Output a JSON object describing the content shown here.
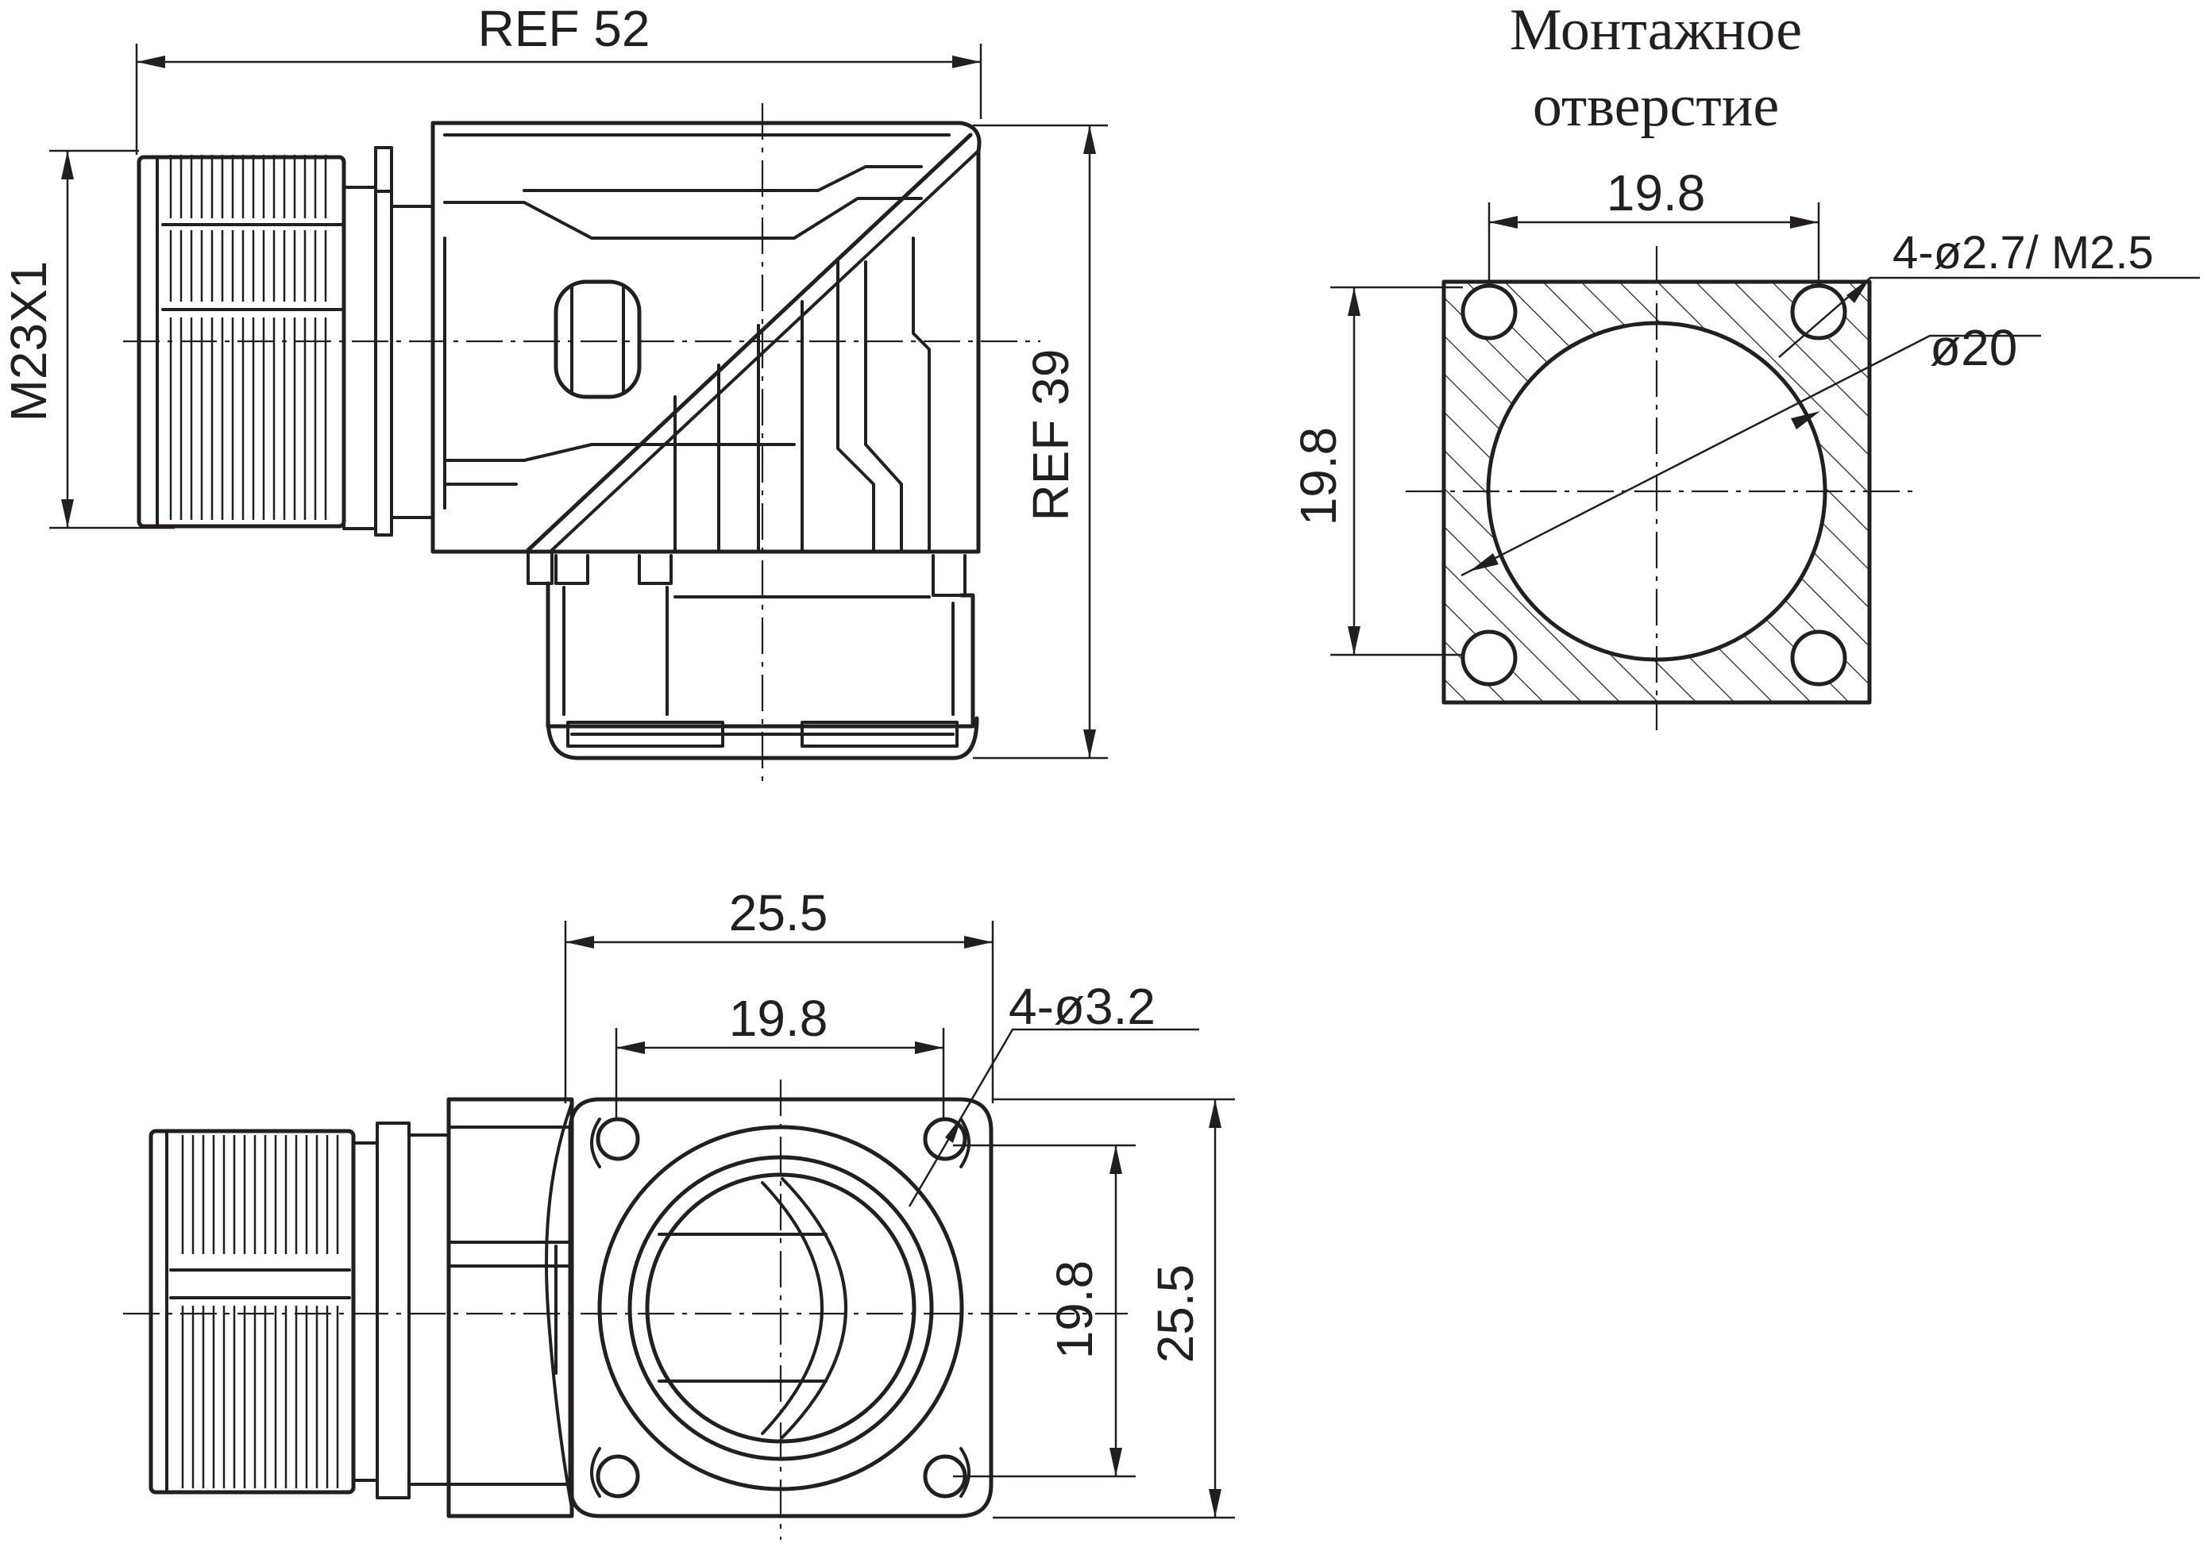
{
  "side_view": {
    "ref_width": "REF 52",
    "ref_height": "REF 39",
    "thread": "M23X1"
  },
  "mounting_hole": {
    "title_line1": "Монтажное",
    "title_line2": "отверстие",
    "hole_pitch_h": "19.8",
    "hole_pitch_v": "19.8",
    "holes": "4-ø2.7/ M2.5",
    "bore": "ø20"
  },
  "front_view": {
    "flange_width": "25.5",
    "hole_pitch_h": "19.8",
    "holes": "4-ø3.2",
    "hole_pitch_v": "19.8",
    "flange_height": "25.5"
  }
}
